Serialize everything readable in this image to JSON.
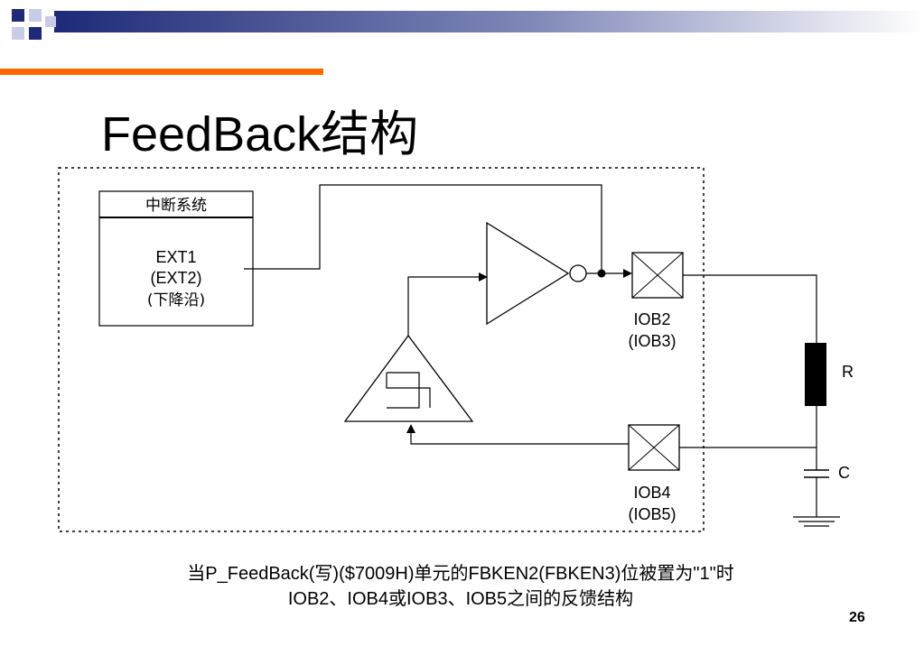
{
  "slide": {
    "title": "FeedBack结构",
    "page_number": "26",
    "caption_line1": "当P_FeedBack(写)($7009H)单元的FBKEN2(FBKEN3)位被置为\"1\"时",
    "caption_line2": "IOB2、IOB4或IOB3、IOB5之间的反馈结构"
  },
  "diagram": {
    "interrupt_box": {
      "header": "中断系统",
      "line1": "EXT1",
      "line2": "(EXT2)",
      "line3": "(下降沿)"
    },
    "pad_top_label1": "IOB2",
    "pad_top_label2": "(IOB3)",
    "pad_bottom_label1": "IOB4",
    "pad_bottom_label2": "(IOB5)",
    "resistor_label": "R",
    "capacitor_label": "C"
  },
  "colors": {
    "header_bar_start": "#1e2a78",
    "header_bar_end": "#ffffff",
    "accent_orange": "#ff6600",
    "square_blue": "#1e2a78",
    "square_light": "#c8cce8"
  }
}
